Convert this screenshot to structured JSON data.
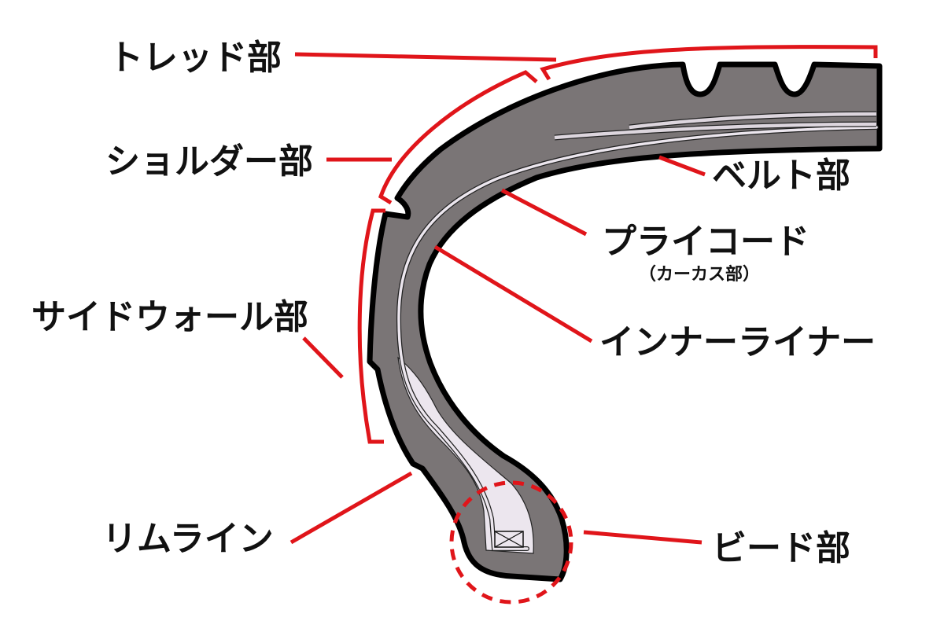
{
  "title": "タイヤの構造",
  "colors": {
    "accent": "#e0151a",
    "rubber": "#7a7576",
    "ply": "#ece6ee",
    "outline": "#000000"
  },
  "labels": {
    "tread": "トレッド部",
    "shoulder": "ショルダー部",
    "sidewall": "サイドウォール部",
    "rimline": "リムライン",
    "belt": "ベルト部",
    "ply_cord": "プライコード",
    "carcass": "（カーカス部）",
    "inner_liner": "インナーライナー",
    "bead": "ビード部"
  }
}
